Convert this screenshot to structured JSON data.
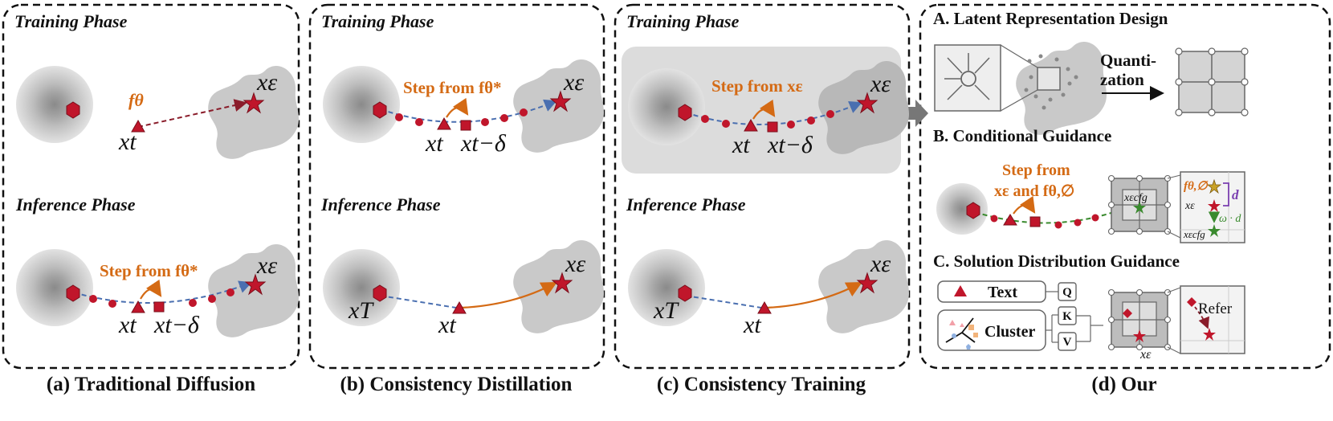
{
  "colors": {
    "accent_red": "#c0162b",
    "orange": "#d46a14",
    "blue_dash": "#4a6fb0",
    "dark_red_dash": "#8a1c2a",
    "green": "#3a8a2e",
    "purple": "#7a3fb0",
    "panel_border": "#111111",
    "blob": "#c9c9c9",
    "highlight": "#dcdcdc"
  },
  "panels": [
    {
      "caption": "(a) Traditional Diffusion",
      "training_title": "Training Phase",
      "inference_title": "Inference Phase",
      "training_step_label": "fθ",
      "inference_step_label": "Step from fθ*",
      "labels": {
        "xt": "xt",
        "xt_delta": "xt−δ",
        "xe": "xε"
      }
    },
    {
      "caption": "(b) Consistency Distillation",
      "training_title": "Training Phase",
      "inference_title": "Inference Phase",
      "training_step_label": "Step from fθ*",
      "labels": {
        "xt": "xt",
        "xt_delta": "xt−δ",
        "xe": "xε",
        "xT": "xT"
      }
    },
    {
      "caption": "(c) Consistency Training",
      "training_title": "Training Phase",
      "inference_title": "Inference Phase",
      "training_step_label": "Step from xε",
      "labels": {
        "xt": "xt",
        "xt_delta": "xt−δ",
        "xe": "xε",
        "xT": "xT"
      }
    }
  ],
  "our_panel": {
    "caption": "(d) Our",
    "section_a": {
      "title": "A. Latent Representation Design",
      "quantization_line1": "Quanti-",
      "quantization_line2": "zation"
    },
    "section_b": {
      "title": "B. Conditional Guidance",
      "step_line1": "Step from",
      "step_line2": "xε and fθ,∅",
      "zoom": {
        "f_label": "fθ,∅",
        "d_label": "d",
        "omega_d": "ω · d",
        "xe_label": "xε",
        "xcfg_label": "xεcfg",
        "grid_label": "xεcfg"
      }
    },
    "section_c": {
      "title": "C. Solution Distribution Guidance",
      "text_box": "Text",
      "cluster_box": "Cluster",
      "q": "Q",
      "k": "K",
      "v": "V",
      "grid_label": "xε",
      "refer": "Refer"
    }
  }
}
